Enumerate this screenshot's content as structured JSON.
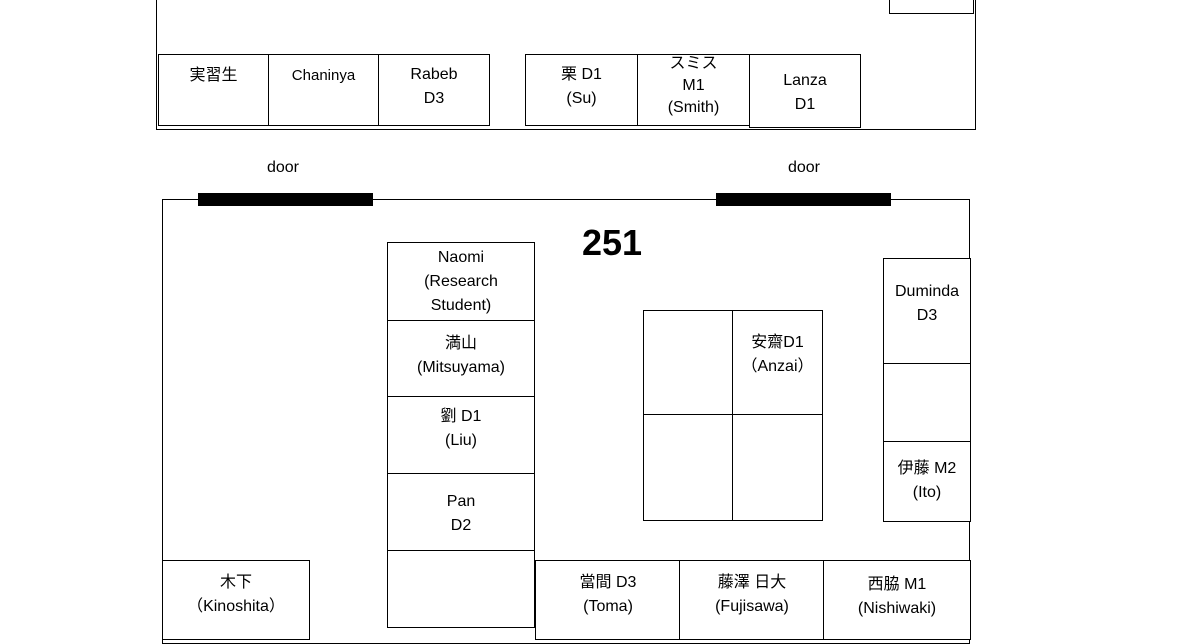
{
  "upper_room": {
    "desks": [
      {
        "id": "jisshusei",
        "text": "実習生"
      },
      {
        "id": "chaninya",
        "text": "Chaninya"
      },
      {
        "id": "rabeb",
        "text": "Rabeb\nD3"
      },
      {
        "id": "su",
        "text": "栗 D1\n(Su)"
      },
      {
        "id": "smith",
        "text": "スミス\nM1\n(Smith)"
      },
      {
        "id": "lanza",
        "text": "Lanza\nD1"
      }
    ]
  },
  "doors": [
    {
      "label": "door"
    },
    {
      "label": "door"
    }
  ],
  "room_251": {
    "number": "251",
    "desks": [
      {
        "id": "naomi",
        "text": "Naomi\n(Research\nStudent)"
      },
      {
        "id": "mitsuyama",
        "text": "満山\n(Mitsuyama)"
      },
      {
        "id": "liu",
        "text": "劉 D1\n(Liu)"
      },
      {
        "id": "pan",
        "text": "Pan\nD2"
      },
      {
        "id": "col-empty",
        "text": ""
      },
      {
        "id": "center-tl",
        "text": ""
      },
      {
        "id": "anzai",
        "text": "安齋D1\n（Anzai）"
      },
      {
        "id": "center-bl",
        "text": ""
      },
      {
        "id": "center-br",
        "text": ""
      },
      {
        "id": "duminda",
        "text": "Duminda\nD3"
      },
      {
        "id": "right-empty",
        "text": ""
      },
      {
        "id": "ito",
        "text": "伊藤 M2\n(Ito)"
      },
      {
        "id": "kinoshita",
        "text": "木下\n（Kinoshita）"
      },
      {
        "id": "toma",
        "text": "當間 D3\n(Toma)"
      },
      {
        "id": "fujisawa",
        "text": "藤澤 日大\n(Fujisawa)"
      },
      {
        "id": "nishiwaki",
        "text": "西脇 M1\n(Nishiwaki)"
      }
    ]
  }
}
